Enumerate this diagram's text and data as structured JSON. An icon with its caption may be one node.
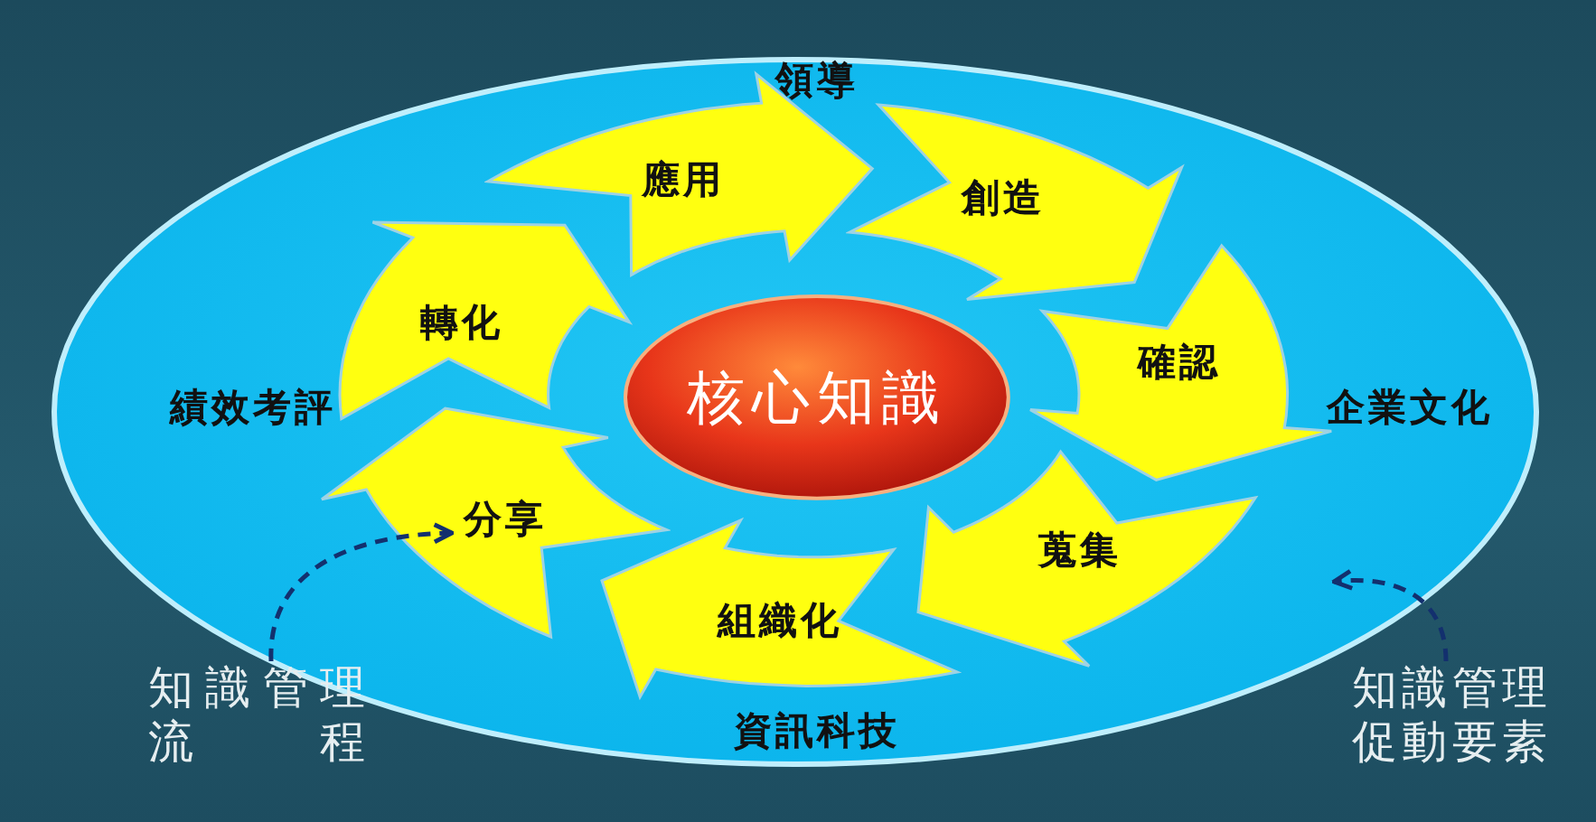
{
  "diagram": {
    "nodes": [
      {
        "text": [
          "領導",
          "企業文化",
          "資訊科技",
          "績效考評"
        ]
      },
      {
        "text": [
          "創造"
        ],
        "in": 0
      },
      {
        "text": [
          "確認"
        ],
        "in": 0
      },
      {
        "text": [
          "蒐集"
        ],
        "in": 0
      },
      {
        "text": [
          "組織化"
        ],
        "in": 0
      },
      {
        "text": [
          "分享"
        ],
        "in": 0
      },
      {
        "text": [
          "轉化"
        ],
        "in": 0
      },
      {
        "text": [
          "應用"
        ],
        "in": 0
      },
      {
        "text": [
          "核心知識"
        ],
        "in": 0
      },
      {
        "text": [
          "知識管理流程"
        ]
      },
      {
        "text": [
          "知識管理促動要素"
        ]
      }
    ],
    "edges": [
      {
        "from": 9,
        "to": 5,
        "arrow": "to",
        "style": "dashed"
      },
      {
        "from": 10,
        "to": 0,
        "arrow": "to",
        "style": "dashed"
      }
    ]
  }
}
